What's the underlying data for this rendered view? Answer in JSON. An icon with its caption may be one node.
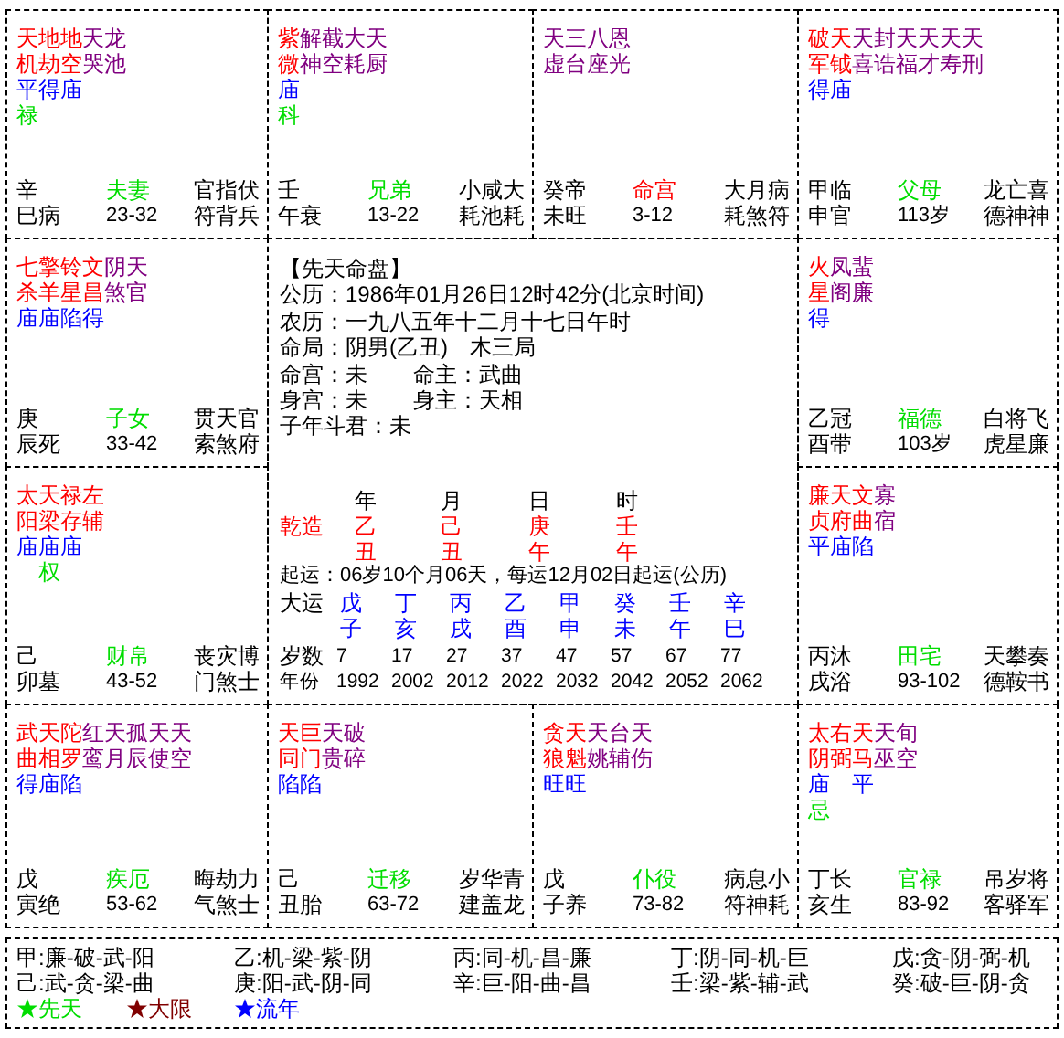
{
  "diagram": {
    "nodes": [
      {
        "text": [
          "天机",
          "平",
          "禄",
          "地劫",
          "得",
          "地空",
          "庙",
          "天哭",
          "龙池",
          "辛巳",
          "病",
          "夫妻",
          "23-32",
          "官符",
          "指背",
          "伏兵"
        ]
      },
      {
        "text": [
          "紫微",
          "庙",
          "科",
          "解神",
          "截空",
          "大耗",
          "天厨",
          "壬午",
          "衰",
          "兄弟",
          "13-22",
          "小耗",
          "咸池",
          "大耗"
        ]
      },
      {
        "text": [
          "天虚",
          "三台",
          "八座",
          "恩光",
          "癸未",
          "帝旺",
          "命宫",
          "3-12",
          "大耗",
          "月煞",
          "病符"
        ]
      },
      {
        "text": [
          "破军",
          "得",
          "天钺",
          "庙",
          "天喜",
          "封诰",
          "天福",
          "天才",
          "天寿",
          "天刑",
          "甲申",
          "临官",
          "父母",
          "113岁",
          "龙德",
          "亡神",
          "喜神"
        ]
      },
      {
        "text": [
          "七杀",
          "庙",
          "擎羊",
          "庙",
          "铃星",
          "陷",
          "文昌",
          "得",
          "阴煞",
          "天官",
          "庚辰",
          "死",
          "子女",
          "33-42",
          "贯索",
          "天煞",
          "官府"
        ]
      },
      {
        "text": [
          "【先天命盘】",
          "公历：1986年01月26日12时42分(北京时间)",
          "农历：一九八五年十二月十七日午时",
          "命局：阴男(乙丑)　木三局",
          "命宫：未",
          "命主：武曲",
          "身宫：未",
          "身主：天相",
          "子年斗君：未",
          "年",
          "月",
          "日",
          "时",
          "乾造",
          "乙丑",
          "己丑",
          "庚午",
          "壬午",
          "起运：06岁10个月06天，每运12月02日起运(公历)",
          "大运",
          "戊子",
          "丁亥",
          "丙戌",
          "乙酉",
          "甲申",
          "癸未",
          "壬午",
          "辛巳",
          "岁数",
          "7",
          "17",
          "27",
          "37",
          "47",
          "57",
          "67",
          "77",
          "年份",
          "1992",
          "2002",
          "2012",
          "2022",
          "2032",
          "2042",
          "2052",
          "2062"
        ]
      },
      {
        "text": [
          "火星",
          "得",
          "凤阁",
          "蜚廉",
          "乙酉",
          "冠带",
          "福德",
          "103岁",
          "白虎",
          "将星",
          "飞廉"
        ]
      },
      {
        "text": [
          "太阳",
          "庙",
          "天梁",
          "庙",
          "权",
          "禄存",
          "庙",
          "左辅",
          "己卯",
          "墓",
          "财帛",
          "43-52",
          "丧门",
          "灾煞",
          "博士"
        ]
      },
      {
        "text": [
          "廉贞",
          "平",
          "天府",
          "庙",
          "文曲",
          "陷",
          "寡宿",
          "丙戌",
          "沐浴",
          "田宅",
          "93-102",
          "天德",
          "攀鞍",
          "奏书"
        ]
      },
      {
        "text": [
          "武曲",
          "得",
          "天相",
          "庙",
          "陀罗",
          "陷",
          "红鸾",
          "天月",
          "孤辰",
          "天使",
          "天空",
          "戊寅",
          "绝",
          "疾厄",
          "53-62",
          "晦气",
          "劫煞",
          "力士"
        ]
      },
      {
        "text": [
          "天同",
          "陷",
          "巨门",
          "陷",
          "天贵",
          "破碎",
          "己丑",
          "胎",
          "迁移",
          "63-72",
          "岁建",
          "华盖",
          "青龙"
        ]
      },
      {
        "text": [
          "贪狼",
          "旺",
          "天魁",
          "旺",
          "天姚",
          "台辅",
          "天伤",
          "戊子",
          "养",
          "仆役",
          "73-82",
          "病符",
          "息神",
          "小耗"
        ]
      },
      {
        "text": [
          "太阴",
          "庙",
          "忌",
          "右弼",
          "天马",
          "平",
          "天巫",
          "旬空",
          "丁亥",
          "长生",
          "官禄",
          "83-92",
          "吊客",
          "岁驿",
          "将军"
        ]
      },
      {
        "text": [
          "甲:廉-破-武-阳",
          "乙:机-梁-紫-阴",
          "丙:同-机-昌-廉",
          "丁:阴-同-机-巨",
          "戊:贪-阴-弼-机",
          "己:武-贪-梁-曲",
          "庚:阳-武-阴-同",
          "辛:巨-阳-曲-昌",
          "壬:梁-紫-辅-武",
          "癸:破-巨-阴-贪"
        ]
      }
    ],
    "legend": [
      {
        "text": "先天",
        "color": "#00dd00"
      },
      {
        "text": "大限",
        "color": "#800000"
      },
      {
        "text": "流年",
        "color": "#0000ff"
      }
    ]
  }
}
